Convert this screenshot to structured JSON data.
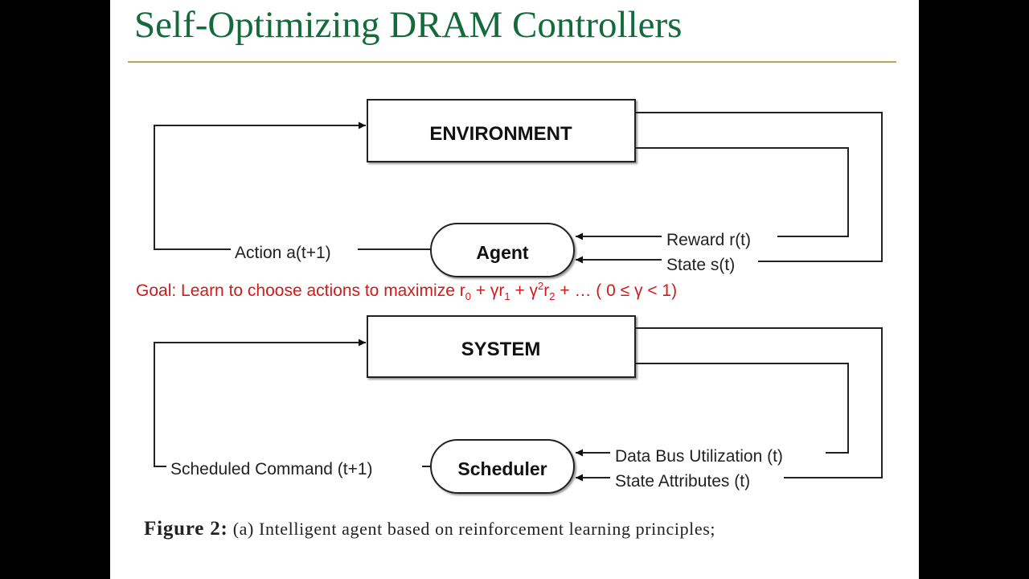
{
  "slide": {
    "title": "Self-Optimizing DRAM Controllers"
  },
  "diagram_top": {
    "environment": "ENVIRONMENT",
    "agent": "Agent",
    "action": "Action a(t+1)",
    "reward": "Reward r(t)",
    "state": "State s(t)"
  },
  "goal": {
    "prefix": "Goal: Learn to choose actions to maximize r",
    "sub0": "0",
    "part1": " + γr",
    "sub1": "1",
    "part2": " + γ",
    "sup2": "2",
    "part3": "r",
    "sub2": "2",
    "suffix": " + … ( 0 ≤ γ < 1)"
  },
  "diagram_bottom": {
    "system": "SYSTEM",
    "scheduler": "Scheduler",
    "command": "Scheduled Command (t+1)",
    "utilization": "Data Bus Utilization (t)",
    "attributes": "State Attributes (t)"
  },
  "caption": {
    "label": "Figure 2:",
    "text": " (a) Intelligent agent based on reinforcement learning principles;"
  },
  "colors": {
    "title": "#116b3a",
    "goal": "#d11a1a",
    "rule": "#b8a45a"
  }
}
